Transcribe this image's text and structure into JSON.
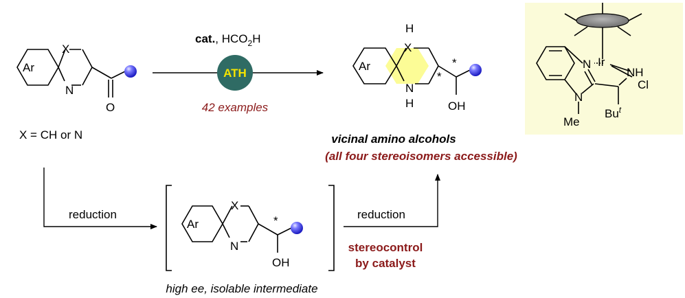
{
  "colors": {
    "dark_red": "#8b1a1a",
    "teal_circle": "#2f6b64",
    "yellow_text": "#f5e400",
    "yellow_ring": "#fcfc96",
    "panel_bg": "#fbfbd9",
    "blue_sphere": "#2a2ad8",
    "cp_gray": "#888888"
  },
  "top_reaction": {
    "reagents_cat": "cat.",
    "reagents_rest": ", HCO",
    "reagents_sub": "2",
    "reagents_end": "H",
    "ath_label": "ATH",
    "examples": "42 examples"
  },
  "substrate": {
    "x_label": "X",
    "ar_label": "Ar",
    "n_label": "N",
    "o_label": "O",
    "x_def": "X = CH or N"
  },
  "product": {
    "h_top": "H",
    "x_label": "X",
    "ar_label": "Ar",
    "n_label": "N",
    "h_bottom": "H",
    "star1": "*",
    "star2": "*",
    "oh_label": "OH",
    "title": "vicinal amino alcohols",
    "subtitle": "(all four stereoisomers accessible)"
  },
  "bottom_pathway": {
    "reduction1": "reduction",
    "reduction2": "reduction",
    "stereocontrol_line1": "stereocontrol",
    "stereocontrol_line2": "by catalyst",
    "caption": "high ee, isolable intermediate"
  },
  "intermediate": {
    "x_label": "X",
    "ar_label": "Ar",
    "n_label": "N",
    "star": "*",
    "oh_label": "OH"
  },
  "catalyst": {
    "n1": "N",
    "ir": "Ir",
    "cl": "Cl",
    "nh": "NH",
    "n2": "N",
    "me": "Me",
    "bu": "Bu",
    "bu_sup": "t"
  }
}
